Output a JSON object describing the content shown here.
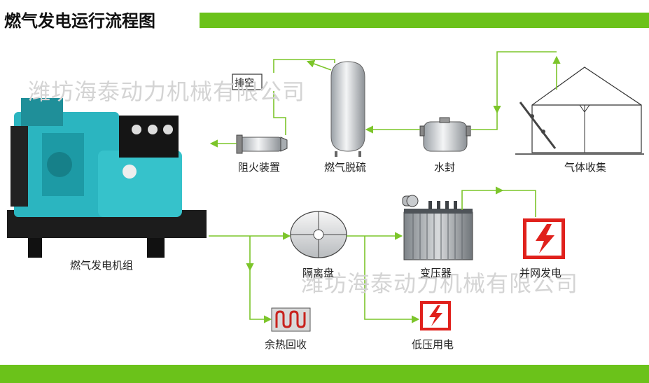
{
  "title": "燃气发电运行流程图",
  "watermark": "潍坊海泰动力机械有限公司",
  "nodes": {
    "generator": "燃气发电机组",
    "exhaust": "排空",
    "flame_arrester": "阻火装置",
    "desulfurization": "燃气脱硫",
    "water_seal": "水封",
    "gas_collection": "气体收集",
    "separator": "隔离盘",
    "transformer": "变压器",
    "grid": "并网发电",
    "heat_recovery": "余热回收",
    "low_voltage": "低压用电"
  },
  "colors": {
    "accent_green": "#6bc21a",
    "line_green": "#7cc52a",
    "power_red": "#e0211c"
  }
}
